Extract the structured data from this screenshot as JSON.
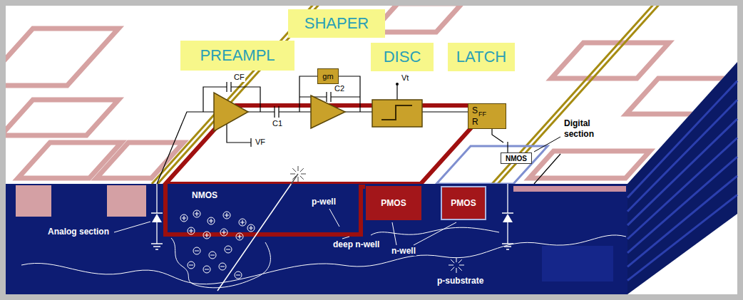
{
  "diagram": {
    "nodes": [
      {
        "text": [
          "PREAMPL"
        ]
      },
      {
        "text": [
          "SHAPER"
        ]
      },
      {
        "text": [
          "DISC"
        ]
      },
      {
        "text": [
          "LATCH"
        ]
      },
      {
        "text": [
          "gm"
        ]
      },
      {
        "text": [
          "S",
          "FF",
          "R"
        ]
      },
      {
        "text": [
          "PMOS"
        ]
      },
      {
        "text": [
          "PMOS"
        ]
      },
      {
        "text": [
          "NMOS"
        ]
      }
    ],
    "labels": [
      "CF",
      "C2",
      "C1",
      "VF",
      "Vt",
      "Digital section",
      "NMOS",
      "p-well",
      "deep n-well",
      "n-well",
      "Analog section",
      "p-substrate"
    ]
  }
}
